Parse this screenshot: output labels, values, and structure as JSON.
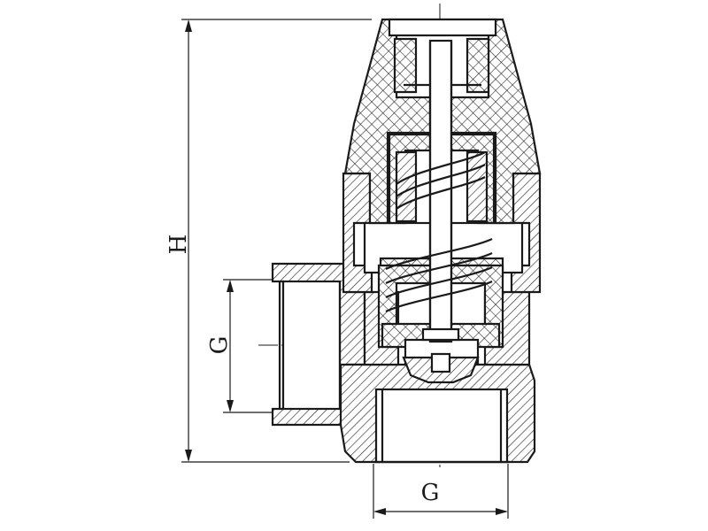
{
  "drawing": {
    "labels": {
      "height": "H",
      "side_thread": "G",
      "bottom_thread": "G"
    }
  }
}
